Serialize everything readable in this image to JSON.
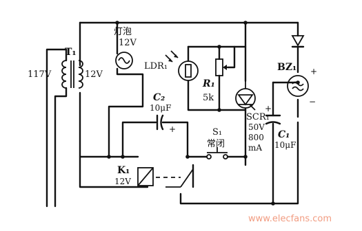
{
  "components": {
    "transformer": {
      "ref": "T₁",
      "primary": "117V",
      "secondary": "12V"
    },
    "bulb": {
      "name": "灯泡",
      "rating": "12V"
    },
    "ldr": {
      "ref": "LDR₁"
    },
    "resistor": {
      "ref": "R₁",
      "value": "5k"
    },
    "capacitor2": {
      "ref": "C₂",
      "value": "10μF",
      "polarity": "+"
    },
    "switch": {
      "ref": "S₁",
      "type": "常闭"
    },
    "scr": {
      "ref": "SCR₁",
      "voltage": "50V",
      "current_value": "800",
      "current_unit": "mA"
    },
    "buzzer": {
      "ref": "BZ₁",
      "plus": "+",
      "minus": "−"
    },
    "capacitor1": {
      "ref": "C₁",
      "value": "10μF",
      "polarity": "+"
    },
    "relay": {
      "ref": "K₁",
      "voltage": "12V"
    }
  },
  "watermark": "www.elecfans.com"
}
